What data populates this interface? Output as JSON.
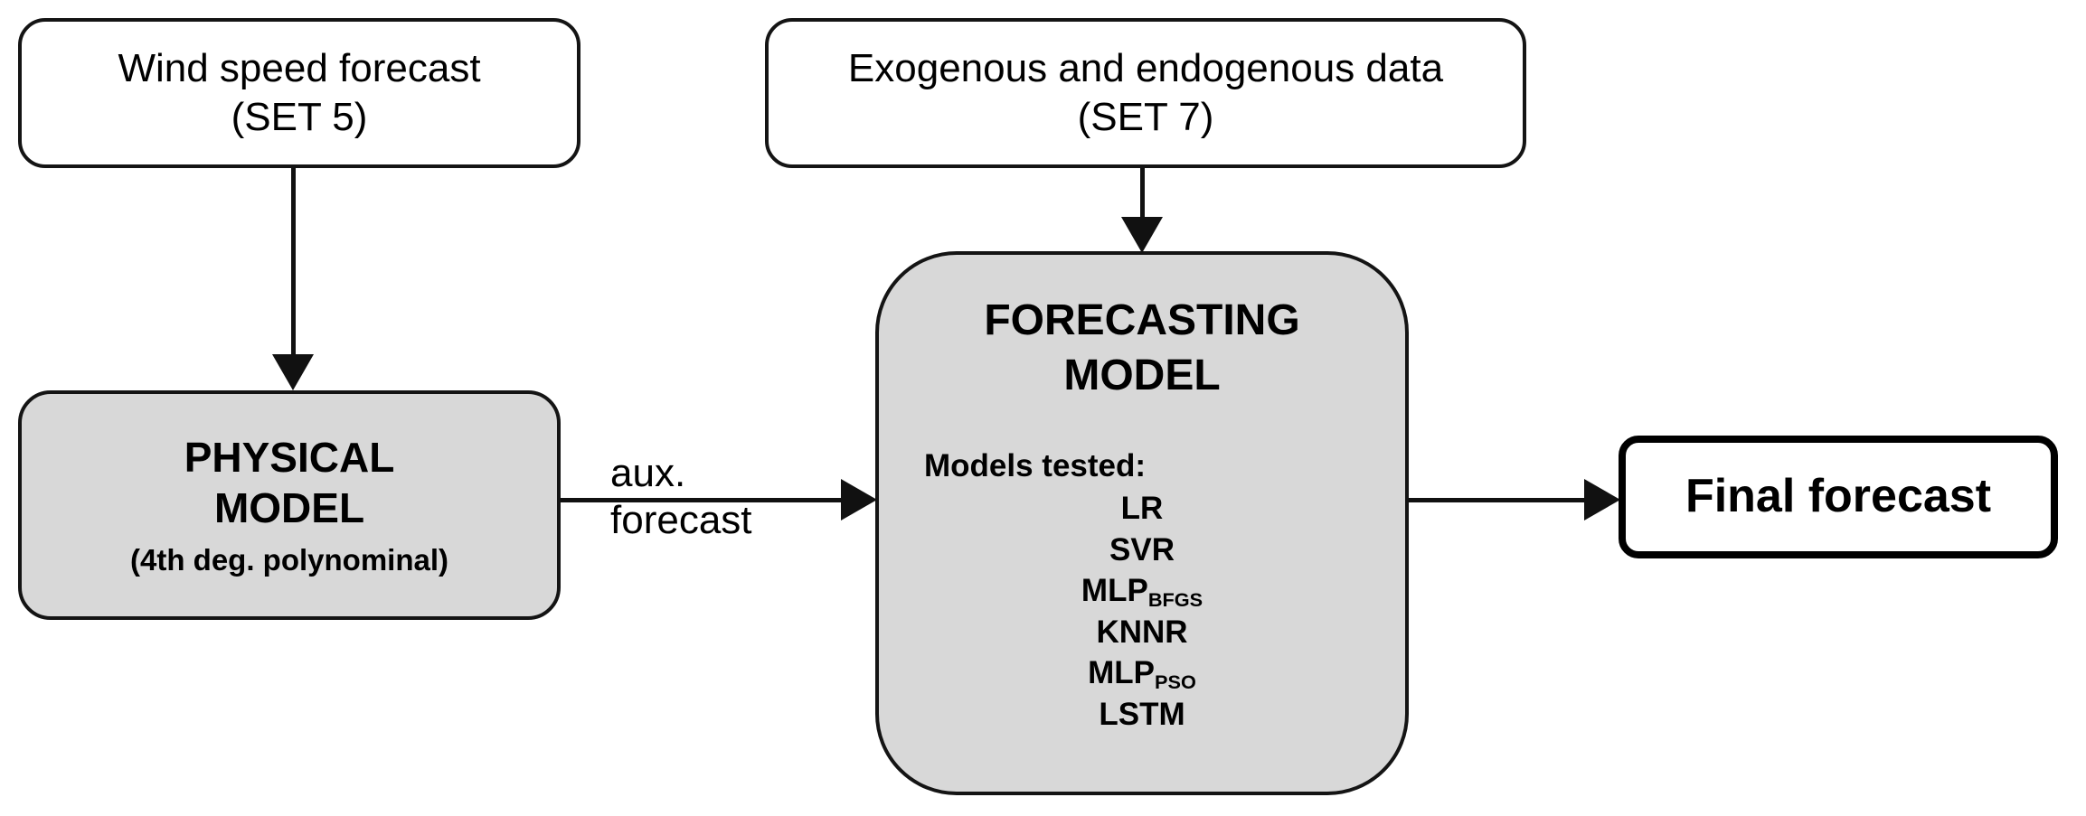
{
  "diagram": {
    "title": "Wind power forecasting model flowchart",
    "colors": {
      "process_fill": "#d8d8d8",
      "input_fill": "#ffffff",
      "stroke": "#141414",
      "output_stroke": "#000000"
    },
    "nodes": {
      "wind_speed_forecast": {
        "line1": "Wind speed forecast",
        "line2": "(SET 5)"
      },
      "exogenous_endogenous_data": {
        "line1": "Exogenous and endogenous data",
        "line2": "(SET 7)"
      },
      "physical_model": {
        "line1": "PHYSICAL",
        "line2": "MODEL",
        "subtitle": "(4th deg. polynominal)"
      },
      "forecasting_model": {
        "line1": "FORECASTING",
        "line2": "MODEL",
        "models_heading": "Models tested:",
        "models": [
          {
            "name": "LR",
            "subscript": ""
          },
          {
            "name": "SVR",
            "subscript": ""
          },
          {
            "name": "MLP",
            "subscript": "BFGS"
          },
          {
            "name": "KNNR",
            "subscript": ""
          },
          {
            "name": "MLP",
            "subscript": "PSO"
          },
          {
            "name": "LSTM",
            "subscript": ""
          }
        ]
      },
      "final_forecast": {
        "label": "Final forecast"
      }
    },
    "edges": {
      "aux_forecast": {
        "line1": "aux.",
        "line2": "forecast"
      }
    }
  }
}
